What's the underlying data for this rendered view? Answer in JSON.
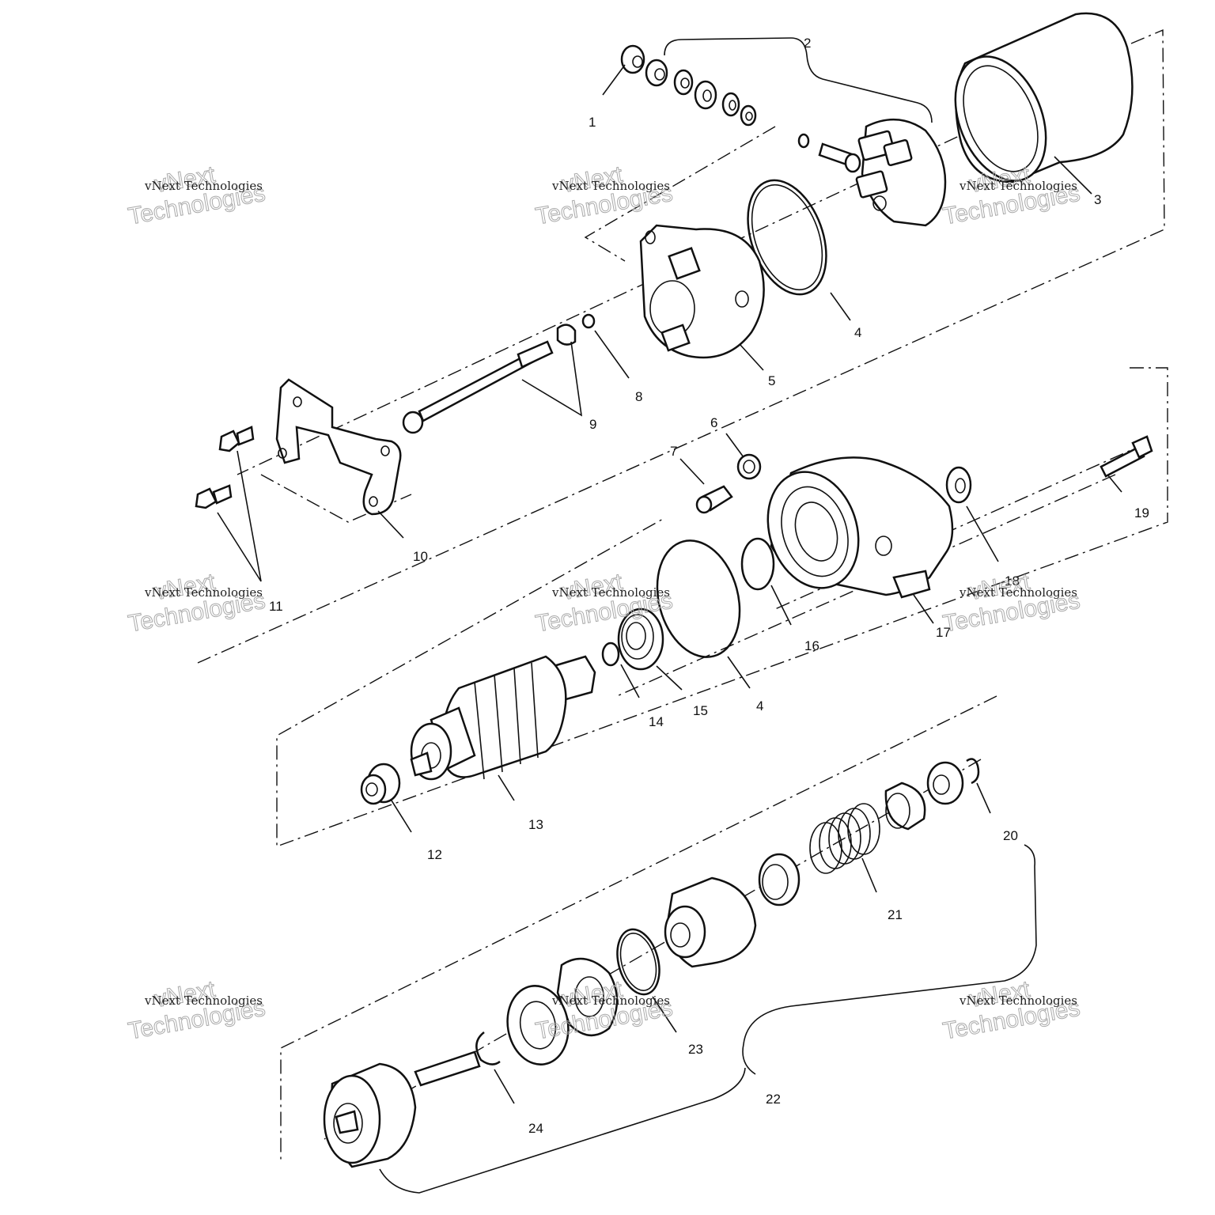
{
  "watermark": {
    "line1": "vNext Technologies",
    "big1": "vNext",
    "big2": "Technologies"
  },
  "callouts": {
    "c1": "1",
    "c2": "2",
    "c3": "3",
    "c4a": "4",
    "c4b": "4",
    "c5": "5",
    "c6": "6",
    "c7": "7",
    "c8": "8",
    "c9": "9",
    "c10": "10",
    "c11": "11",
    "c12": "12",
    "c13": "13",
    "c14": "14",
    "c15": "15",
    "c16": "16",
    "c17": "17",
    "c18": "18",
    "c19": "19",
    "c20": "20",
    "c21": "21",
    "c22": "22",
    "c23": "23",
    "c24": "24"
  }
}
